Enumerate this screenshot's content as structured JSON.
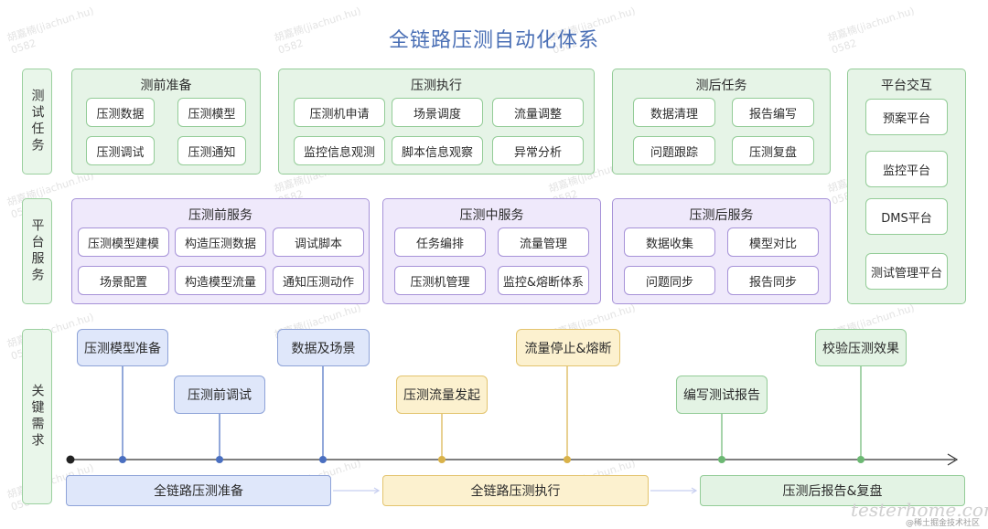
{
  "title": "全链路压测自动化体系",
  "row_labels": {
    "test_tasks": "测试任务",
    "platform_services": "平台服务",
    "key_needs": "关键需求"
  },
  "pre_test": {
    "title": "测前准备",
    "items": [
      "压测数据",
      "压测模型",
      "压测调试",
      "压测通知"
    ]
  },
  "execution": {
    "title": "压测执行",
    "items": [
      "压测机申请",
      "场景调度",
      "流量调整",
      "监控信息观测",
      "脚本信息观察",
      "异常分析"
    ]
  },
  "post_test": {
    "title": "测后任务",
    "items": [
      "数据清理",
      "报告编写",
      "问题跟踪",
      "压测复盘"
    ]
  },
  "interaction": {
    "title": "平台交互",
    "items": [
      "预案平台",
      "监控平台",
      "DMS平台",
      "测试管理平台"
    ]
  },
  "pre_service": {
    "title": "压测前服务",
    "items": [
      "压测模型建模",
      "构造压测数据",
      "调试脚本",
      "场景配置",
      "构造模型流量",
      "通知压测动作"
    ]
  },
  "mid_service": {
    "title": "压测中服务",
    "items": [
      "任务编排",
      "流量管理",
      "压测机管理",
      "监控&熔断体系"
    ]
  },
  "post_service": {
    "title": "压测后服务",
    "items": [
      "数据收集",
      "模型对比",
      "问题同步",
      "报告同步"
    ]
  },
  "milestones": [
    "压测模型准备",
    "压测前调试",
    "数据及场景",
    "压测流量发起",
    "流量停止&熔断",
    "编写测试报告",
    "校验压测效果"
  ],
  "phases": [
    "全链路压测准备",
    "全链路压测执行",
    "压测后报告&复盘"
  ],
  "watermark": "胡嘉楠(jiachun.hu)\n0582",
  "footer": "@稀土掘金技术社区",
  "brand": "testerhome.com",
  "colors": {
    "title": "#4a6fb5",
    "green_fill": "#e6f4e7",
    "green_border": "#93cc97",
    "purple_fill": "#efe9fb",
    "purple_border": "#a692d8",
    "blue_dot": "#4a6fc0",
    "yellow_dot": "#d9b24a",
    "green_dot": "#6cb873"
  }
}
